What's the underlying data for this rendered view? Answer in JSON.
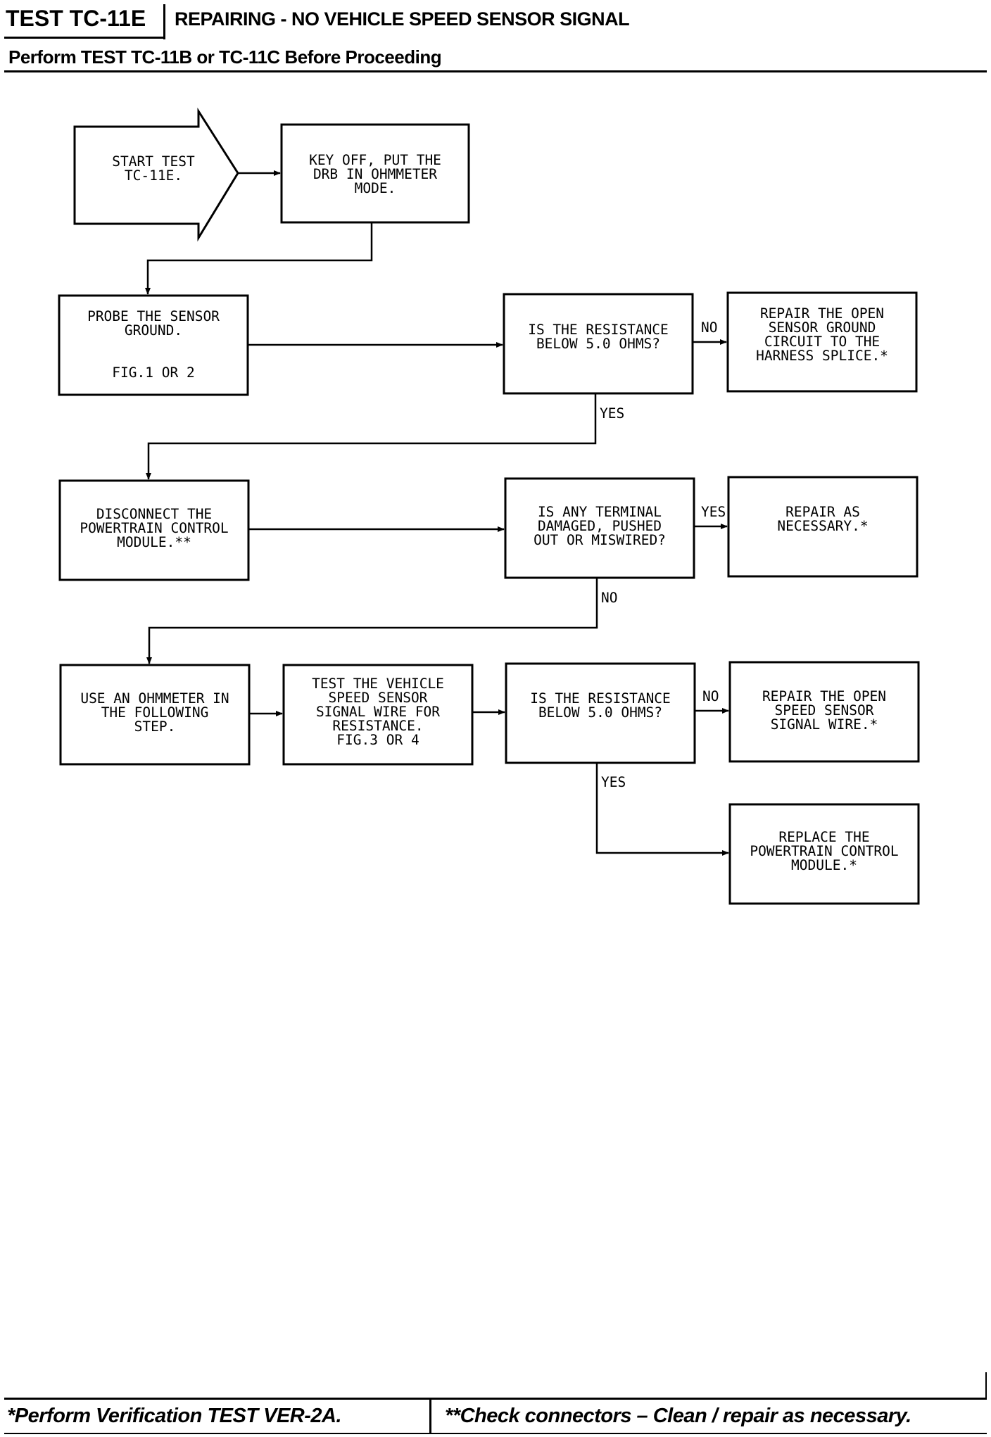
{
  "header": {
    "test_id": "TEST TC-11E",
    "title": "REPAIRING - NO VEHICLE SPEED SENSOR SIGNAL",
    "subtitle": "Perform TEST TC-11B or TC-11C Before Proceeding"
  },
  "flow": {
    "start": [
      "START TEST",
      "TC-11E."
    ],
    "key_off": [
      "KEY OFF, PUT THE",
      "DRB IN OHMMETER",
      "MODE."
    ],
    "probe": [
      "PROBE THE SENSOR",
      "GROUND."
    ],
    "probe_fig": "FIG.1 OR 2",
    "q_resistance_1": [
      "IS THE RESISTANCE",
      "BELOW 5.0 OHMS?"
    ],
    "repair_ground": [
      "REPAIR THE OPEN",
      "SENSOR GROUND",
      "CIRCUIT TO THE",
      "HARNESS SPLICE.*"
    ],
    "disconnect": [
      "DISCONNECT THE",
      "POWERTRAIN CONTROL",
      "MODULE.**"
    ],
    "q_terminal": [
      "IS ANY TERMINAL",
      "DAMAGED, PUSHED",
      "OUT OR MISWIRED?"
    ],
    "repair_necessary": [
      "REPAIR AS",
      "NECESSARY.*"
    ],
    "use_ohmmeter": [
      "USE AN OHMMETER IN",
      "THE FOLLOWING",
      "STEP."
    ],
    "test_signal": [
      "TEST THE VEHICLE",
      "SPEED SENSOR",
      "SIGNAL WIRE FOR",
      "RESISTANCE.",
      "FIG.3 OR 4"
    ],
    "q_resistance_2": [
      "IS THE RESISTANCE",
      "BELOW 5.0 OHMS?"
    ],
    "repair_signal": [
      "REPAIR THE OPEN",
      "SPEED SENSOR",
      "SIGNAL WIRE.*"
    ],
    "replace_pcm": [
      "REPLACE THE",
      "POWERTRAIN CONTROL",
      "MODULE.*"
    ],
    "labels": {
      "no_1": "NO",
      "yes_1": "YES",
      "yes_2": "YES",
      "no_2": "NO",
      "no_3": "NO",
      "yes_3": "YES"
    }
  },
  "footer": {
    "left": "*Perform Verification TEST VER-2A.",
    "right": "**Check connectors – Clean / repair as necessary."
  }
}
